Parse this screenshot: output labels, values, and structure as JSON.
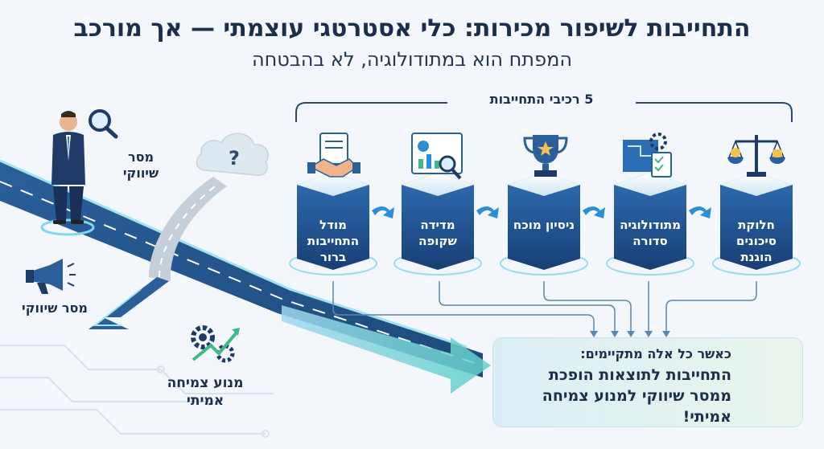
{
  "title": "התחייבות לשיפור מכירות: כלי אסטרטגי עוצמתי — אך מורכב",
  "subtitle": "המפתח הוא במתודולוגיה, לא בהבטחה",
  "left": {
    "top_label": "מסר שיווקי",
    "middle_label": "מסר שיווקי",
    "bottom_label": "מנוע צמיחה אמיתי"
  },
  "components_label": "5 רכיבי התחייבות",
  "steps": [
    {
      "label": "חלוקת סיכונים הוגנת",
      "icon": "scales-icon"
    },
    {
      "label": "מתודולוגיה סדורה",
      "icon": "blueprint-icon"
    },
    {
      "label": "ניסיון מוכח",
      "icon": "trophy-icon"
    },
    {
      "label": "מדידה שקופה",
      "icon": "analytics-icon"
    },
    {
      "label": "מודל התחייבות ברור",
      "icon": "handshake-icon"
    }
  ],
  "result": {
    "line1": "כאשר כל אלה מתקיימים:",
    "line2": "התחייבות לתוצאות הופכת ממסר שיווקי למנוע צמיחה אמיתי!"
  },
  "colors": {
    "navy": "#1c2f4a",
    "blue": "#1f5fa8",
    "teal": "#3fb9c8",
    "accent": "#2a8fd6"
  }
}
